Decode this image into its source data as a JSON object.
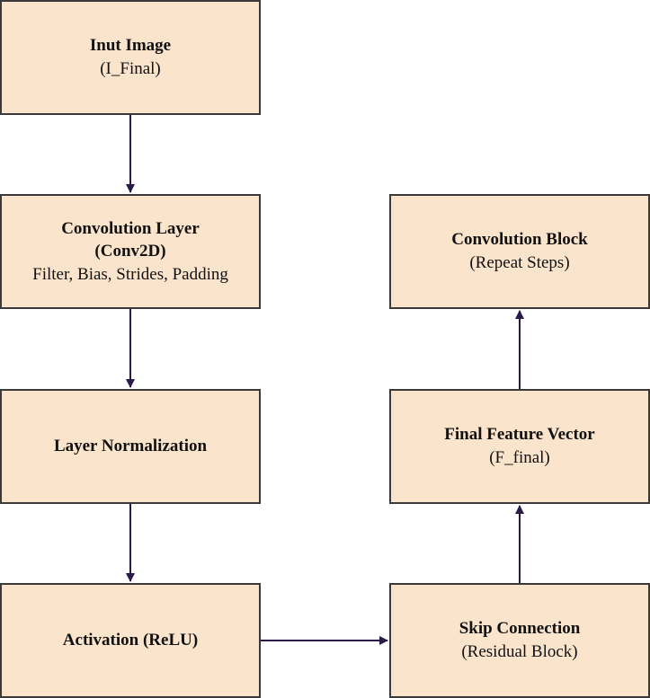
{
  "diagram": {
    "colors": {
      "node_fill": "#fbe4cc",
      "node_border": "#3a3a3a",
      "arrow": "#2a1a4a"
    },
    "nodes": {
      "input_image": {
        "title": "Inut Image",
        "lines": [
          "(I_Final)"
        ]
      },
      "convolution_layer": {
        "title": "Convolution Layer",
        "title2": "(Conv2D)",
        "lines": [
          "Filter, Bias, Strides, Padding"
        ]
      },
      "layer_normalization": {
        "title": "Layer Normalization"
      },
      "activation": {
        "title": "Activation (ReLU)"
      },
      "skip_connection": {
        "title": "Skip Connection",
        "lines": [
          "(Residual Block)"
        ]
      },
      "final_feature_vector": {
        "title": "Final Feature Vector",
        "lines": [
          "(F_final)"
        ]
      },
      "convolution_block": {
        "title": "Convolution Block",
        "lines": [
          "(Repeat Steps)"
        ]
      }
    },
    "edges": [
      {
        "from": "input_image",
        "to": "convolution_layer"
      },
      {
        "from": "convolution_layer",
        "to": "layer_normalization"
      },
      {
        "from": "layer_normalization",
        "to": "activation"
      },
      {
        "from": "activation",
        "to": "skip_connection"
      },
      {
        "from": "skip_connection",
        "to": "final_feature_vector"
      },
      {
        "from": "final_feature_vector",
        "to": "convolution_block"
      }
    ]
  }
}
